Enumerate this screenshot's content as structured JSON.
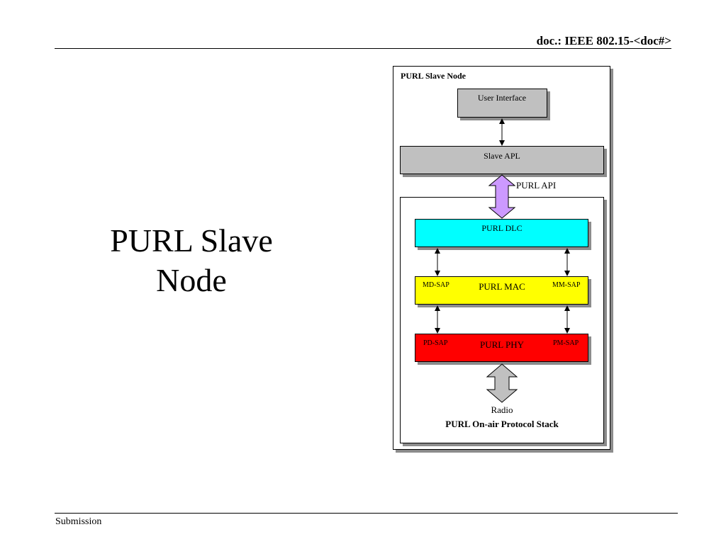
{
  "header": {
    "doc_id": "doc.: IEEE 802.15-<doc#>"
  },
  "footer": {
    "label": "Submission"
  },
  "title": {
    "line1": "PURL Slave",
    "line2": "Node"
  },
  "diagram": {
    "node_title": "PURL Slave Node",
    "user_interface": "User Interface",
    "slave_apl": "Slave APL",
    "purl_api": "PURL API",
    "dlc": "PURL DLC",
    "mac": "PURL MAC",
    "md_sap": "MD-SAP",
    "mm_sap": "MM-SAP",
    "phy": "PURL PHY",
    "pd_sap": "PD-SAP",
    "pm_sap": "PM-SAP",
    "radio": "Radio",
    "stack_title": "PURL On-air Protocol Stack"
  },
  "colors": {
    "dlc": "#00ffff",
    "mac": "#ffff00",
    "phy": "#ff0000",
    "api_arrow": "#cc99ff",
    "radio_arrow": "#c0c0c0",
    "gray_box": "#c0c0c0"
  }
}
